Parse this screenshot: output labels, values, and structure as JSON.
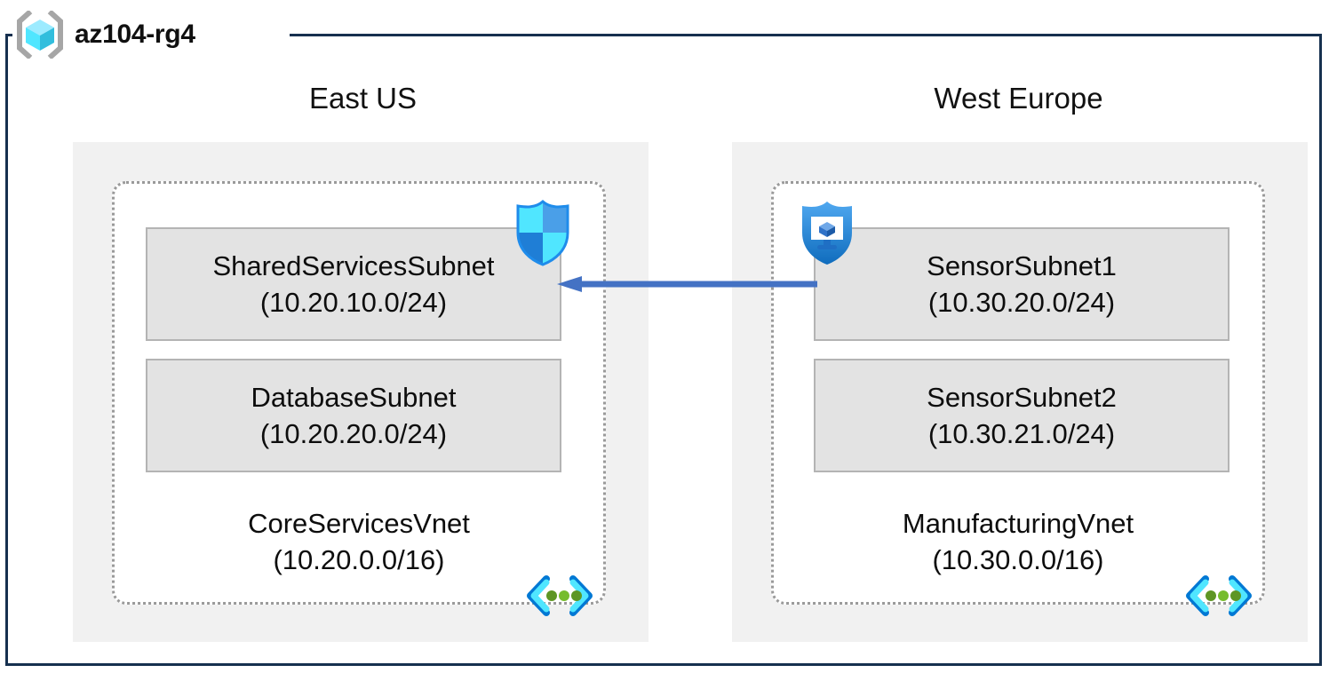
{
  "resource_group": {
    "name": "az104-rg4",
    "icon": "resource-group-cube-icon"
  },
  "regions": [
    {
      "id": "east-us",
      "label": "East US",
      "vnet": {
        "name": "CoreServicesVnet",
        "address_space": "(10.20.0.0/16)",
        "icon": "virtual-network-icon",
        "subnets": [
          {
            "name": "SharedServicesSubnet",
            "address_space": "(10.20.10.0/24)",
            "icon": "security-shield-icon"
          },
          {
            "name": "DatabaseSubnet",
            "address_space": "(10.20.20.0/24)",
            "icon": null
          }
        ]
      }
    },
    {
      "id": "west-europe",
      "label": "West Europe",
      "vnet": {
        "name": "ManufacturingVnet",
        "address_space": "(10.30.0.0/16)",
        "icon": "virtual-network-icon",
        "subnets": [
          {
            "name": "SensorSubnet1",
            "address_space": "(10.30.20.0/24)",
            "icon": "defender-for-servers-shield-icon"
          },
          {
            "name": "SensorSubnet2",
            "address_space": "(10.30.21.0/24)",
            "icon": null
          }
        ]
      }
    }
  ],
  "connection": {
    "name": "vnet-peering-arrow",
    "direction": "right-to-left",
    "from": "SensorSubnet1",
    "to": "SharedServicesSubnet"
  },
  "colors": {
    "frame_border": "#16304f",
    "region_panel": "#f1f1f1",
    "subnet_fill": "#e3e3e3",
    "subnet_border": "#b4b4b4",
    "vnet_border": "#9a9a9a",
    "arrow": "#4472c4",
    "cube_cyan": "#50e6ff",
    "shield_blue": "#1f8ceb",
    "vnet_green": "#5e9624"
  }
}
